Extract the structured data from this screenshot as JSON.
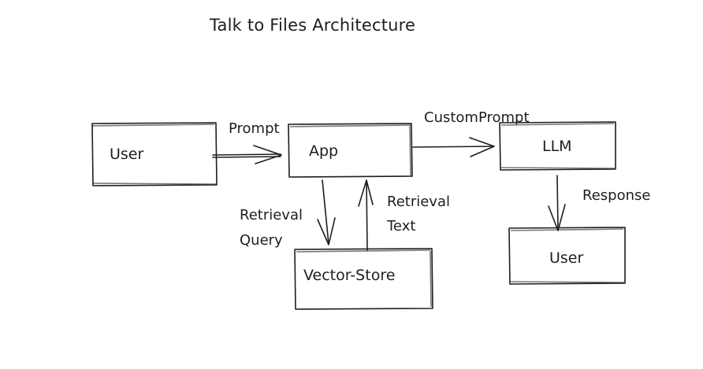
{
  "title": "Talk to Files Architecture",
  "nodes": {
    "user_source": "User",
    "app": "App",
    "llm": "LLM",
    "vector_store": "Vector-Store",
    "user_target": "User"
  },
  "edges": {
    "prompt": "Prompt",
    "custom_prompt": "CustomPrompt",
    "retrieval_query": [
      "Retrieval",
      "Query"
    ],
    "retrieval_text": [
      "Retrieval",
      "Text"
    ],
    "response": "Response"
  },
  "colors": {
    "stroke": "#1e1e1e",
    "background": "#ffffff"
  }
}
